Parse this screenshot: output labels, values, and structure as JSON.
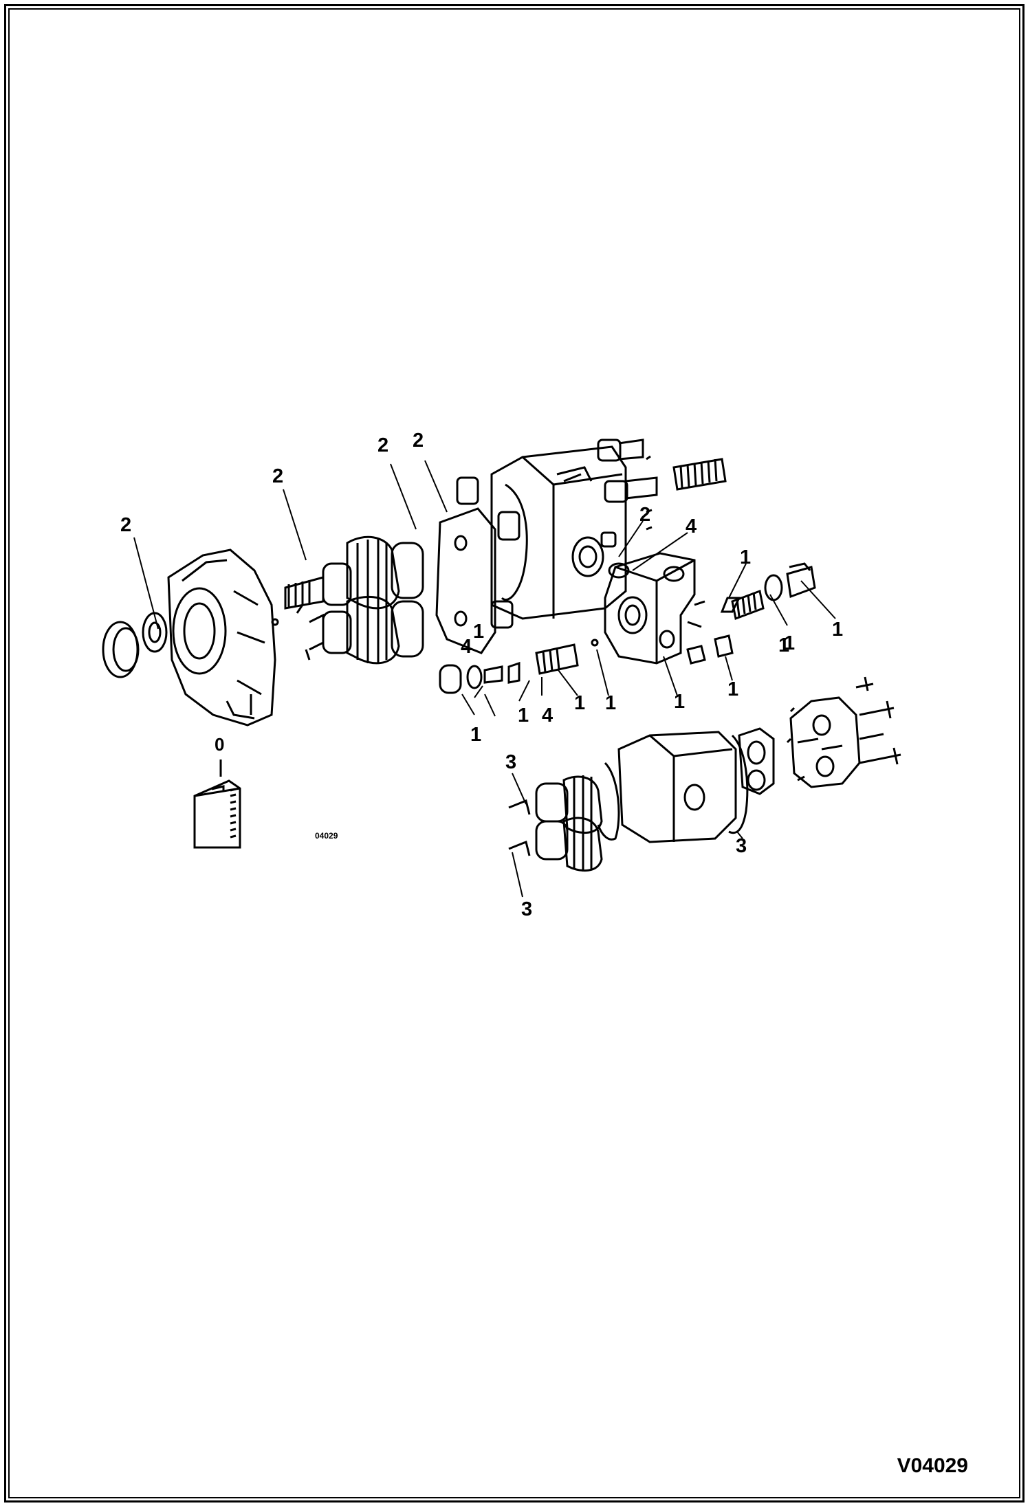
{
  "figure": {
    "id_label": "V04029",
    "small_label": "04029",
    "icon_label": "0"
  },
  "callouts": {
    "c2a": "2",
    "c2b": "2",
    "c2c": "2",
    "c2d": "2",
    "c2e": "2",
    "c4a": "4",
    "c1a": "1",
    "c1b": "1",
    "c1c": "1",
    "c1d": "1",
    "c4b": "4",
    "c1e": "1",
    "c1f": "1",
    "c1g": "1",
    "c4c": "4",
    "c1h": "1",
    "c1i": "1",
    "c1j": "1",
    "c1k": "1",
    "c3a": "3",
    "c3b": "3",
    "c3c": "3"
  }
}
